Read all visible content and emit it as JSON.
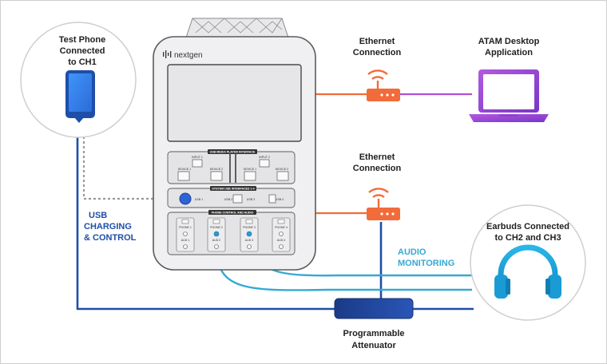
{
  "labels": {
    "test_phone": [
      "Test Phone",
      "Connected",
      "to CH1"
    ],
    "ethernet_top": [
      "Ethernet",
      "Connection"
    ],
    "ethernet_mid": [
      "Ethernet",
      "Connection"
    ],
    "atam": [
      "ATAM Desktop",
      "Application"
    ],
    "earbuds": [
      "Earbuds Connected",
      "to CH2 and CH3"
    ],
    "usb": [
      "USB",
      "CHARGING",
      "& CONTROL"
    ],
    "audio": [
      "AUDIO",
      "MONITORING"
    ],
    "attenuator": [
      "Programmable",
      "Attenuator"
    ]
  },
  "device": {
    "brand": "nextgen",
    "panel_usb_media": "USB MEDIA PLAYER INTERFACE",
    "panel_system_usb": "SYSTEM USB INTERFACES 1-4",
    "panel_phone_control": "PHONE CONTROL AND AUDIO",
    "input1": "INPUT 1",
    "input2": "INPUT 2",
    "device1": "DEVICE 1",
    "device2": "DEVICE 2",
    "usb1": "USB 1",
    "usb2": "USB 2",
    "usb3": "USB 3",
    "usb4": "USB 4",
    "phone_ports": [
      "PHONE 1",
      "PHONE 2",
      "PHONE 3",
      "PHONE 4"
    ],
    "aud_ports": [
      "AUD 1",
      "AUD 2",
      "AUD 3",
      "AUD 4"
    ]
  },
  "colors": {
    "ethernet_line": "#f26b3a",
    "app_line": "#b14fd6",
    "usb_line": "#1f4ea8",
    "audio_line": "#35a9d4",
    "usb_dotted": "#9a9a9a",
    "usb_text": "#1f4ea8",
    "audio_text": "#35a9d4",
    "attenuator": "#1d3f8f"
  }
}
